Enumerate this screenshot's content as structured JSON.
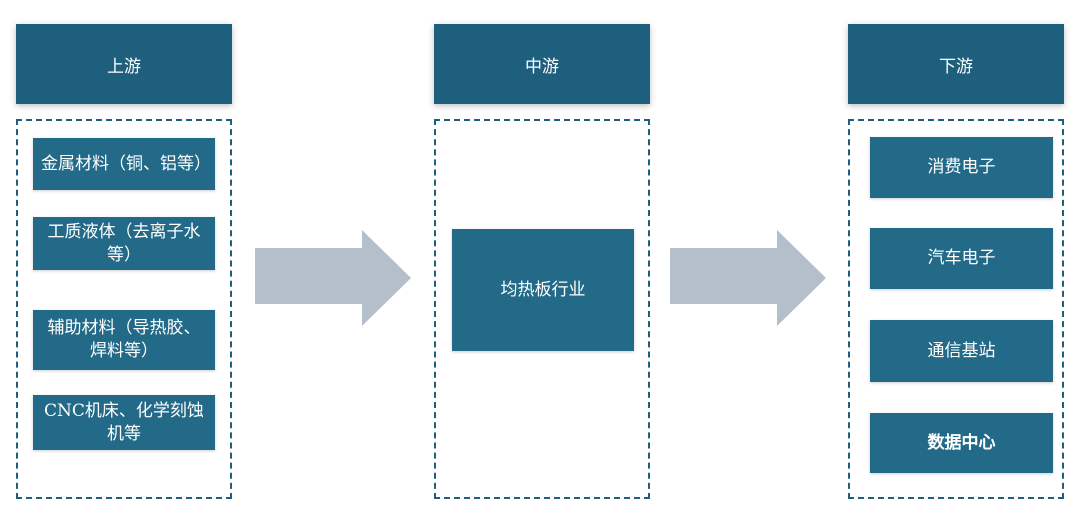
{
  "upstream": {
    "title": "上游",
    "items": [
      "金属材料（铜、铝等）",
      "工质液体（去离子水等）",
      "辅助材料（导热胶、焊料等）",
      "CNC机床、化学刻蚀机等"
    ]
  },
  "midstream": {
    "title": "中游",
    "items": [
      "均热板行业"
    ]
  },
  "downstream": {
    "title": "下游",
    "items": [
      "消费电子",
      "汽车电子",
      "通信基站",
      "数据中心"
    ]
  },
  "colors": {
    "header": "#1e5f7e",
    "box": "#236a88",
    "arrow": "#b4bfcb"
  }
}
